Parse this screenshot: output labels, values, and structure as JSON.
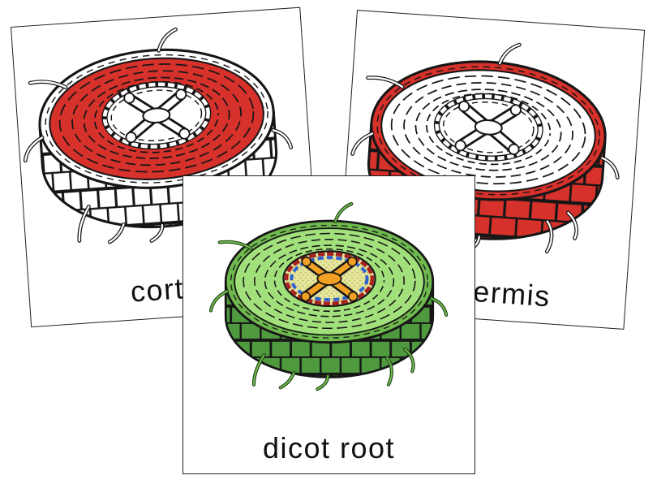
{
  "scene": {
    "description": "Three dicot root nomenclature cards, front card overlapping two rear cards",
    "background": "#ffffff"
  },
  "cards": [
    {
      "label": "cortex",
      "visible_text": "cort",
      "highlighted_part": "cortex",
      "accent": "#d7312b"
    },
    {
      "label": "epidermis",
      "visible_text": "lermis",
      "highlighted_part": "epidermis",
      "accent": "#d7312b"
    },
    {
      "label": "dicot root",
      "visible_text": "dicot root",
      "highlighted_part": "",
      "accent": "#6fb94e"
    }
  ],
  "palette": {
    "highlight_red": "#d7312b",
    "outline_black": "#161616",
    "wall_green": "#4f9a3f",
    "rim_green": "#6fb94e",
    "cortex_green": "#a2e07c",
    "stele_yellow": "#e6e69c",
    "xylem_orange": "#f2a024",
    "endodermis_red": "#a8221e",
    "phloem_blue": "#2f62cf",
    "card_border": "#1f1f1f"
  }
}
